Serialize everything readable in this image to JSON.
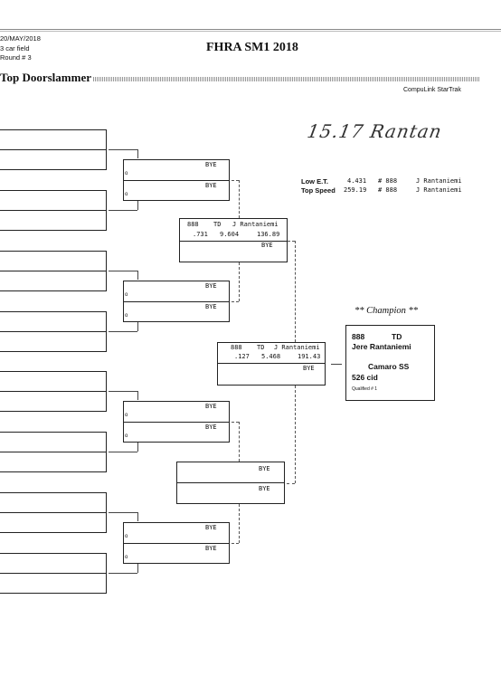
{
  "header": {
    "date": "20/MAY/2018",
    "field": "3 car field",
    "round": "Round # 3",
    "title": "FHRA SM1 2018",
    "section": "Top Doorslammer",
    "brand": "CompuLink StarTrak",
    "handwriting": "15.17 Rantan"
  },
  "stats": {
    "low_et": {
      "label": "Low  E.T.",
      "value": "4.431",
      "car": "# 888",
      "driver": "J Rantaniemi"
    },
    "top_speed": {
      "label": "Top Speed",
      "value": "259.19",
      "car": "# 888",
      "driver": "J Rantaniemi"
    }
  },
  "round1": {
    "m1_top": "BYE",
    "m1_bot": "BYE",
    "m2_top": "BYE",
    "m2_bot": "BYE",
    "m3_top": "BYE",
    "m3_bot": "BYE",
    "m4_top": "BYE",
    "m4_bot": "BYE",
    "lane_mark": "o"
  },
  "round2": {
    "top": {
      "car": "888",
      "class": "TD",
      "driver": "J Rantaniemi",
      "rt": ".731",
      "et": "9.604",
      "mph": "136.89",
      "opp": "BYE"
    },
    "bottom": {
      "top": "BYE",
      "bot": "BYE"
    }
  },
  "final": {
    "car": "888",
    "class": "TD",
    "driver": "J Rantaniemi",
    "rt": ".127",
    "et": "5.468",
    "mph": "191.43",
    "opp": "BYE"
  },
  "champion": {
    "heading": "** Champion **",
    "car": "888",
    "class": "TD",
    "name": "Jere Rantaniemi",
    "vehicle": "Camaro SS",
    "engine": "526 cid",
    "qualified": "Qualified # 1"
  }
}
